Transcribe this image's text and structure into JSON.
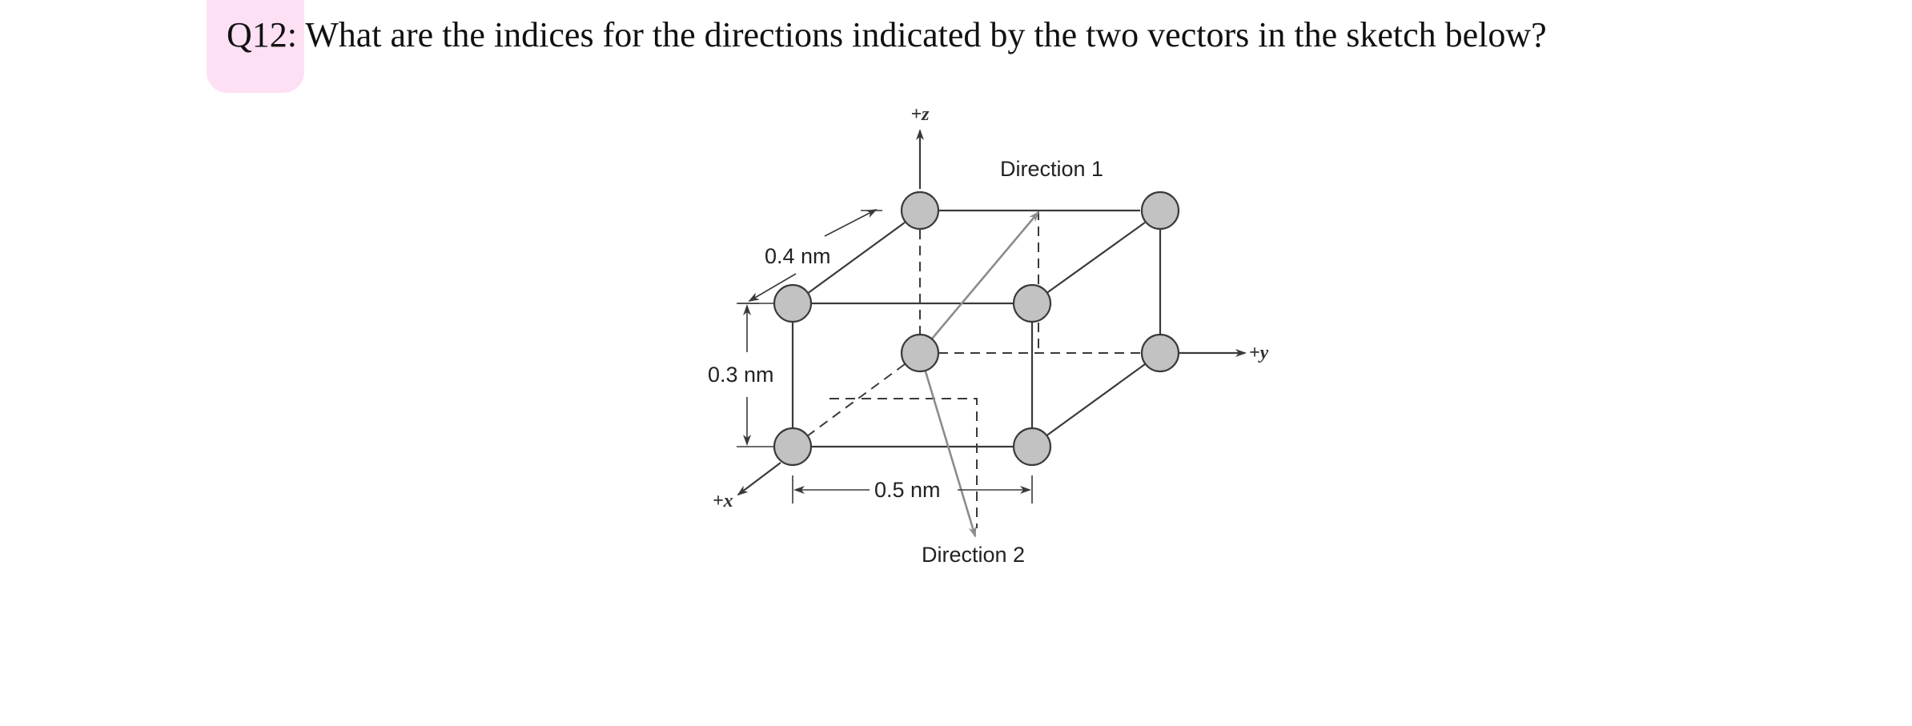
{
  "question": {
    "number": "Q12:",
    "text": " What are the indices for the directions indicated by the two vectors in the sketch below?"
  },
  "diagram": {
    "axes": {
      "z": "+z",
      "y": "+y",
      "x": "+x"
    },
    "dimensions": {
      "a": "0.4 nm",
      "b": "0.5 nm",
      "c": "0.3 nm"
    },
    "vectors": {
      "direction_1": "Direction 1",
      "direction_2": "Direction 2"
    },
    "colors": {
      "highlight": "#fde0f3",
      "atom_fill": "#c2c2c2",
      "vector": "#8c8c8c",
      "line": "#3a3a3a"
    }
  }
}
